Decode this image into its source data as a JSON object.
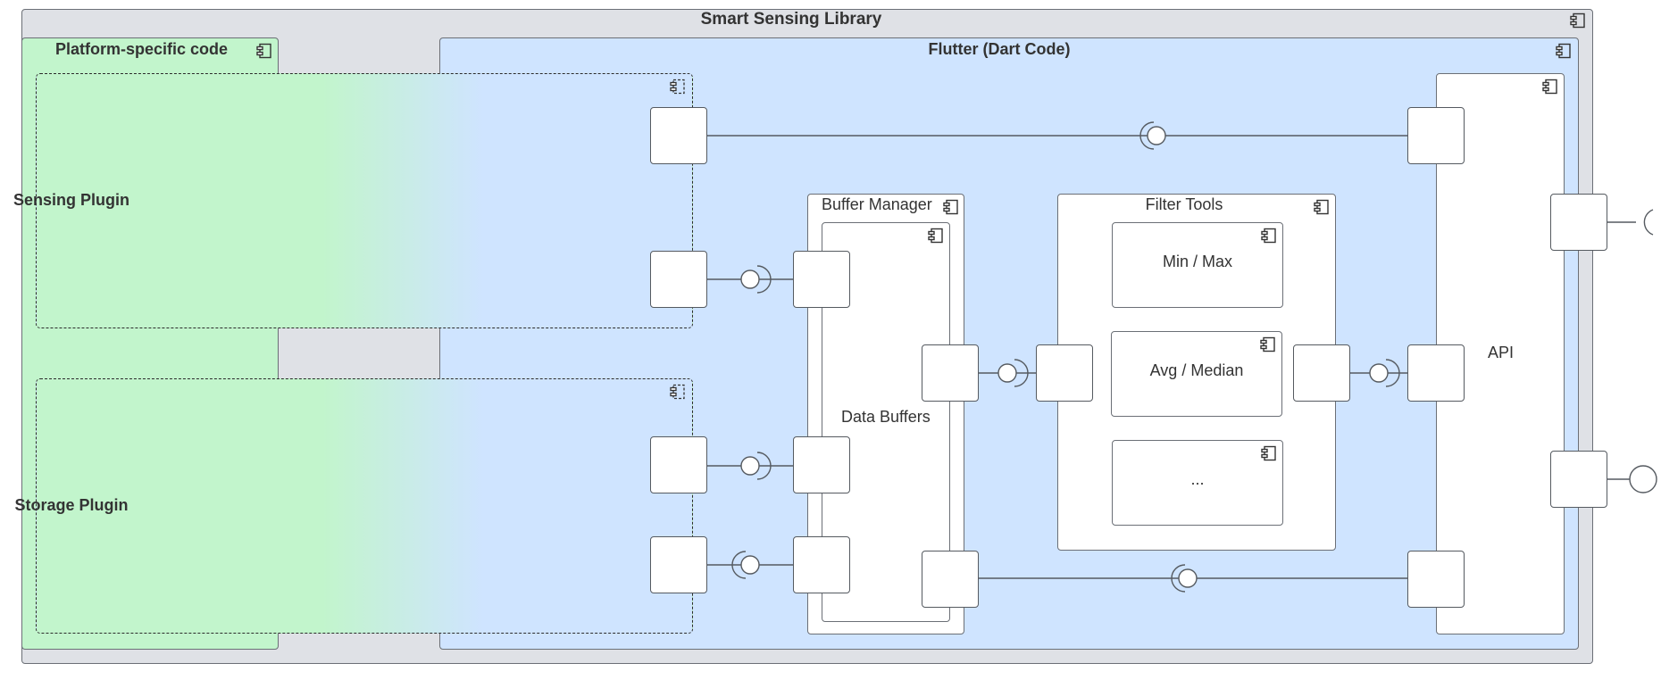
{
  "diagram": {
    "library_title": "Smart Sensing Library",
    "platform_title": "Platform-specific code",
    "flutter_title": "Flutter (Dart Code)",
    "sensing_plugin": "Sensing Plugin",
    "storage_plugin": "Storage Plugin",
    "buffer_manager": "Buffer Manager",
    "data_buffers": "Data Buffers",
    "filter_tools": "Filter Tools",
    "filters": [
      "Min / Max",
      "Avg / Median",
      "..."
    ],
    "api": "API"
  },
  "colors": {
    "library_bg": "#dfe1e6",
    "platform_bg": "#c2f5cc",
    "flutter_bg": "#cfe4ff",
    "component_bg": "#ffffff",
    "stroke": "#6b6f76"
  }
}
